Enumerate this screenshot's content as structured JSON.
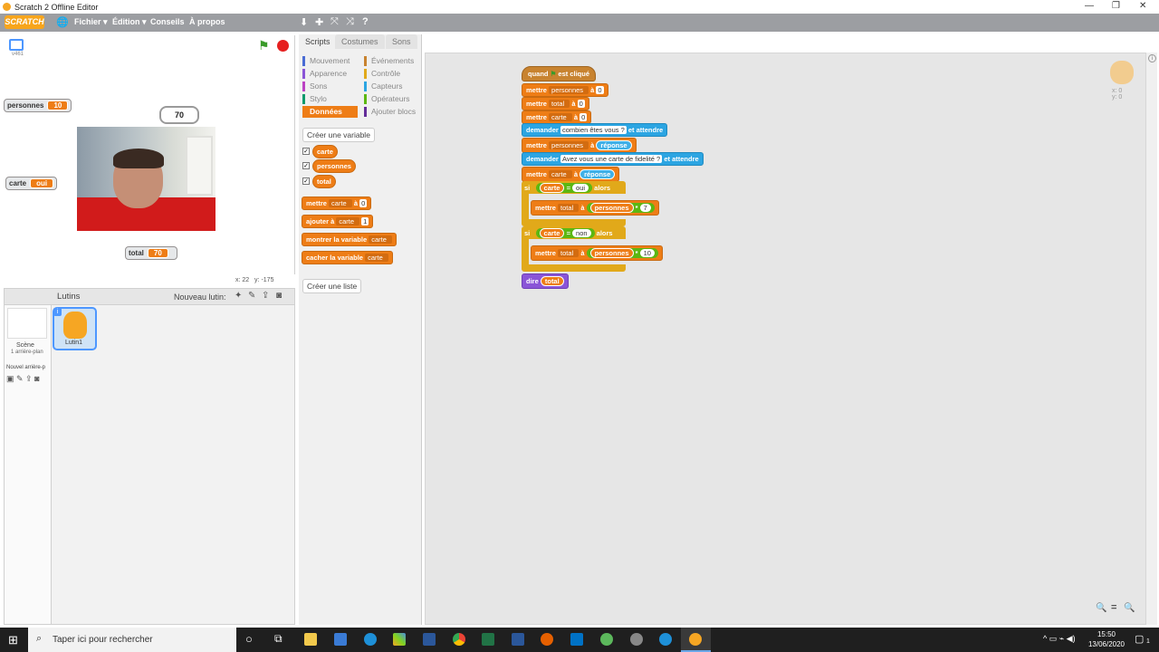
{
  "window": {
    "title": "Scratch 2 Offline Editor",
    "controls": [
      "—",
      "❐",
      "✕"
    ]
  },
  "menu": {
    "brand": "SCRATCH",
    "items": [
      "Fichier ▾",
      "Édition ▾",
      "Conseils",
      "À propos"
    ],
    "tools": [
      "⬇",
      "✚",
      "⤧",
      "⤨",
      "?"
    ]
  },
  "stage": {
    "version": "v461",
    "monitors": [
      {
        "label": "personnes",
        "value": "10"
      },
      {
        "label": "carte",
        "value": "oui"
      },
      {
        "label": "total",
        "value": "70"
      }
    ],
    "bubble": "70",
    "coords": {
      "x_label": "x:",
      "x": "22",
      "y_label": "y:",
      "y": "-175"
    }
  },
  "sprites_panel": {
    "title": "Lutins",
    "new_sprite": "Nouveau lutin:",
    "scene": {
      "label": "Scène",
      "sub": "1 arrière-plan"
    },
    "sprite": {
      "name": "Lutin1"
    },
    "new_backdrop": "Nouvel arrière-p"
  },
  "tabs": [
    "Scripts",
    "Costumes",
    "Sons"
  ],
  "categories_left": [
    "Mouvement",
    "Apparence",
    "Sons",
    "Stylo",
    "Données"
  ],
  "categories_right": [
    "Événements",
    "Contrôle",
    "Capteurs",
    "Opérateurs",
    "Ajouter blocs"
  ],
  "category_colors": {
    "Mouvement": "#4a6cd4",
    "Apparence": "#8a55d7",
    "Sons": "#bb42c3",
    "Stylo": "#0e9a6c",
    "Données": "#ee7d16",
    "Événements": "#c88330",
    "Contrôle": "#e1a91a",
    "Capteurs": "#2ca5e2",
    "Opérateurs": "#5cb712",
    "Ajouter blocs": "#632d99"
  },
  "palette": {
    "create_var": "Créer une variable",
    "variables": [
      "carte",
      "personnes",
      "total"
    ],
    "blocks": {
      "set": {
        "w1": "mettre",
        "v": "carte",
        "w2": "à",
        "n": "0"
      },
      "change": {
        "w1": "ajouter",
        "w2": "à",
        "v": "carte",
        "n": "1"
      },
      "show": {
        "w": "montrer la variable",
        "v": "carte"
      },
      "hide": {
        "w": "cacher la variable",
        "v": "carte"
      }
    },
    "create_list": "Créer une liste"
  },
  "script": {
    "hat": {
      "w1": "quand",
      "w2": "est cliqué"
    },
    "set1": {
      "w": "mettre",
      "v": "personnes",
      "a": "à",
      "n": "0"
    },
    "set2": {
      "w": "mettre",
      "v": "total",
      "a": "à",
      "n": "0"
    },
    "set3": {
      "w": "mettre",
      "v": "carte",
      "a": "à",
      "n": "0"
    },
    "ask1": {
      "w": "demander",
      "q": "combien êtes vous ?",
      "w2": "et attendre"
    },
    "set4": {
      "w": "mettre",
      "v": "personnes",
      "a": "à",
      "r": "réponse"
    },
    "ask2": {
      "w": "demander",
      "q": "Avez vous une carte de fidelité ?",
      "w2": "et attendre"
    },
    "set5": {
      "w": "mettre",
      "v": "carte",
      "a": "à",
      "r": "réponse"
    },
    "if1": {
      "si": "si",
      "v": "carte",
      "op": "=",
      "val": "oui",
      "alors": "alors"
    },
    "in1": {
      "w": "mettre",
      "v": "total",
      "a": "à",
      "r": "personnes",
      "op": "*",
      "n": "7"
    },
    "if2": {
      "si": "si",
      "v": "carte",
      "op": "=",
      "val": "non",
      "alors": "alors"
    },
    "in2": {
      "w": "mettre",
      "v": "total",
      "a": "à",
      "r": "personnes",
      "op": "*",
      "n": "10"
    },
    "say": {
      "w": "dire",
      "v": "total"
    }
  },
  "ghost": {
    "x_label": "x:",
    "x": "0",
    "y_label": "y:",
    "y": "0"
  },
  "zoom": [
    "🔍",
    "=",
    "🔍"
  ],
  "taskbar": {
    "search": "Taper ici pour rechercher",
    "time": "15:50",
    "date": "13/06/2020",
    "notif": "1"
  }
}
